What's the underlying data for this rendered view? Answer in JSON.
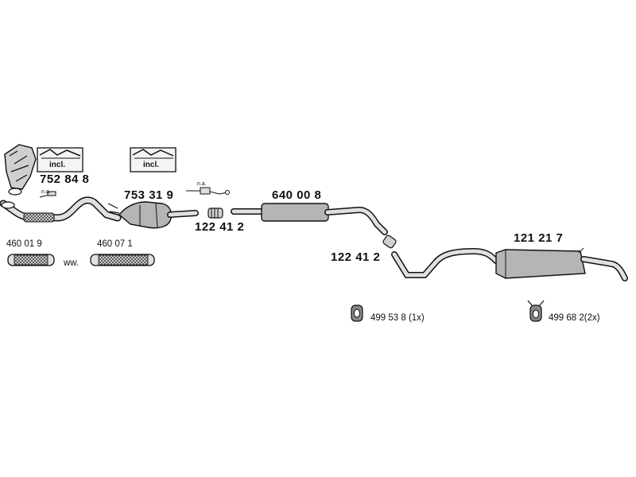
{
  "parts": {
    "manifold_kit": "752 84 8",
    "catalyst": "753 31 9",
    "clamp_front": "122 41 2",
    "middle_silencer": "640 00 8",
    "clamp_rear": "122 41 2",
    "rear_silencer": "121 21 7",
    "flex_a": "460 01 9",
    "flex_b": "460 07 1",
    "hanger_a": "499 53 8 (1x)",
    "hanger_b": "499 68 2(2x)"
  },
  "notes": {
    "incl_1": "incl.",
    "incl_2": "incl.",
    "na_1": "n.a.",
    "na_2": "n.a.",
    "alt": "ww."
  },
  "colors": {
    "line": "#111111",
    "pipe_fill": "#e0e0e0",
    "muffler_fill": "#b5b5b5",
    "mesh": "#555555"
  }
}
